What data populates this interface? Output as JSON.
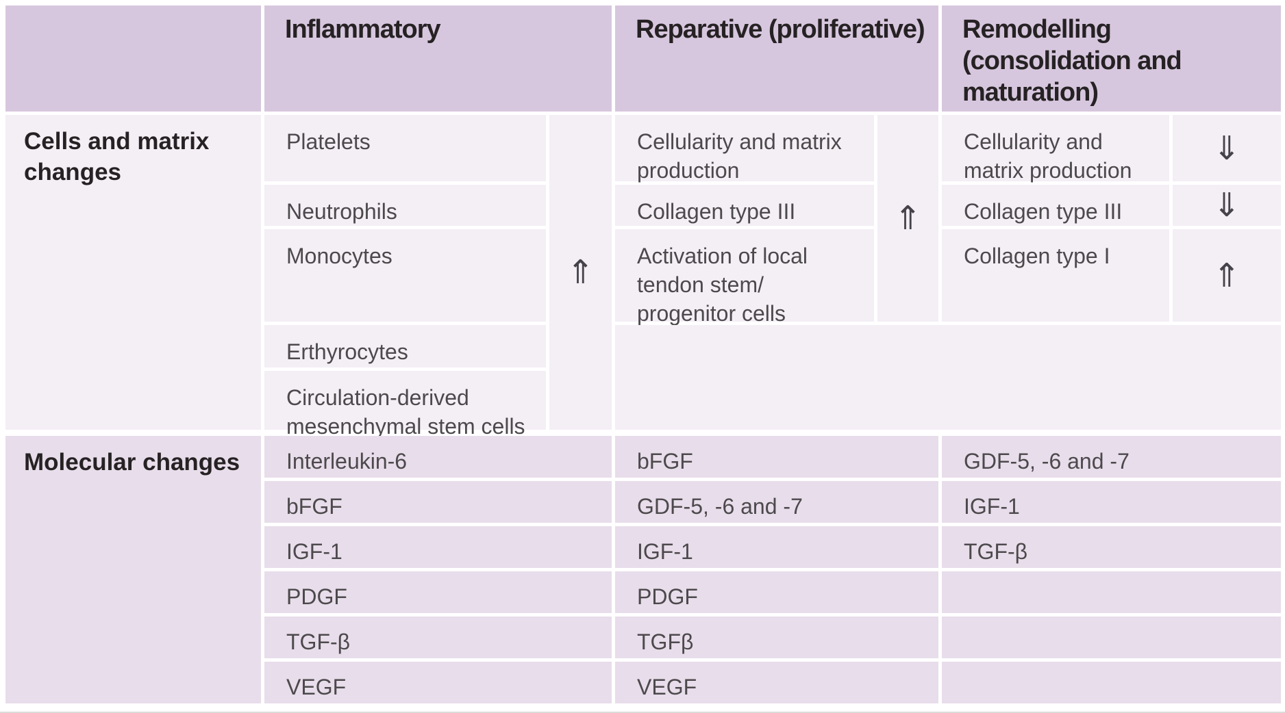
{
  "colors": {
    "header_bg": "#d7c7de",
    "body1_bg": "#f4eef5",
    "body2_bg": "#e8ddea",
    "gap": "#ffffff",
    "body_text": "#4c494c",
    "heading_text": "#262224",
    "arrow": "#454249"
  },
  "header": {
    "phases": [
      "Inflammatory",
      "Reparative (proliferative)",
      "Remodelling (consolidation and maturation)"
    ]
  },
  "s1": {
    "label": "Cells and matrix changes",
    "infl_items": [
      "Platelets",
      "Neutrophils",
      "Monocytes",
      "Erthyrocytes",
      "Circulation-derived mesenchymal stem cells"
    ],
    "infl_arrow": "⇑",
    "rep_items": [
      "Cellularity and matrix production",
      "Collagen type III",
      "Activation of local tendon stem/ progenitor cells"
    ],
    "rep_arrow": "⇑",
    "rem_items": [
      "Cellularity and matrix production",
      "Collagen type III",
      "Collagen type I"
    ],
    "rem_arrows": [
      "⇓",
      "⇓",
      "⇑"
    ]
  },
  "s2": {
    "label": "Molecular changes",
    "infl": [
      "Interleukin-6",
      "bFGF",
      "IGF-1",
      "PDGF",
      "TGF-β",
      "VEGF"
    ],
    "rep": [
      "bFGF",
      "GDF-5, -6 and -7",
      "IGF-1",
      "PDGF",
      "TGFβ",
      "VEGF"
    ],
    "rem": [
      "GDF-5, -6 and -7",
      "IGF-1",
      "TGF-β"
    ]
  }
}
